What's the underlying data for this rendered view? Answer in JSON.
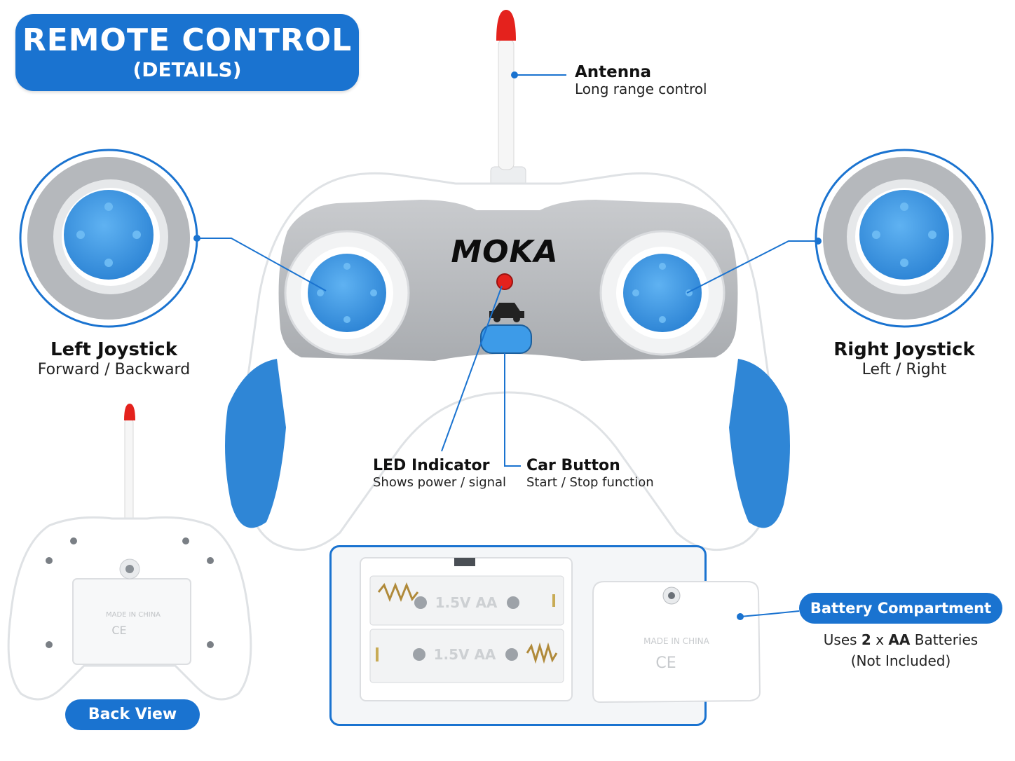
{
  "header": {
    "title": "REMOTE CONTROL",
    "subtitle": "(DETAILS)"
  },
  "brand": "MOKA",
  "callouts": {
    "antenna": {
      "title": "Antenna",
      "desc": "Long range control"
    },
    "left_joystick": {
      "title": "Left Joystick",
      "desc": "Forward / Backward"
    },
    "right_joystick": {
      "title": "Right Joystick",
      "desc": "Left / Right"
    },
    "led": {
      "title": "LED Indicator",
      "desc": "Shows power / signal"
    },
    "car_button": {
      "title": "Car Button",
      "desc": "Start / Stop function"
    },
    "battery": {
      "title": "Battery Compartment",
      "desc_prefix": "Uses ",
      "count": "2",
      "times": " x ",
      "type": "AA",
      "desc_suffix": " Batteries",
      "note": "(Not Included)"
    }
  },
  "back_view": {
    "label": "Back View",
    "made_in": "MADE IN CHINA",
    "ce": "CE"
  },
  "battery_slot": {
    "label": "1.5V AA"
  },
  "colors": {
    "accent": "#1a73d0",
    "joystick": "#3d9be8",
    "led": "#e4221d",
    "body": "#ffffff",
    "plate": "#b9bcc0"
  }
}
